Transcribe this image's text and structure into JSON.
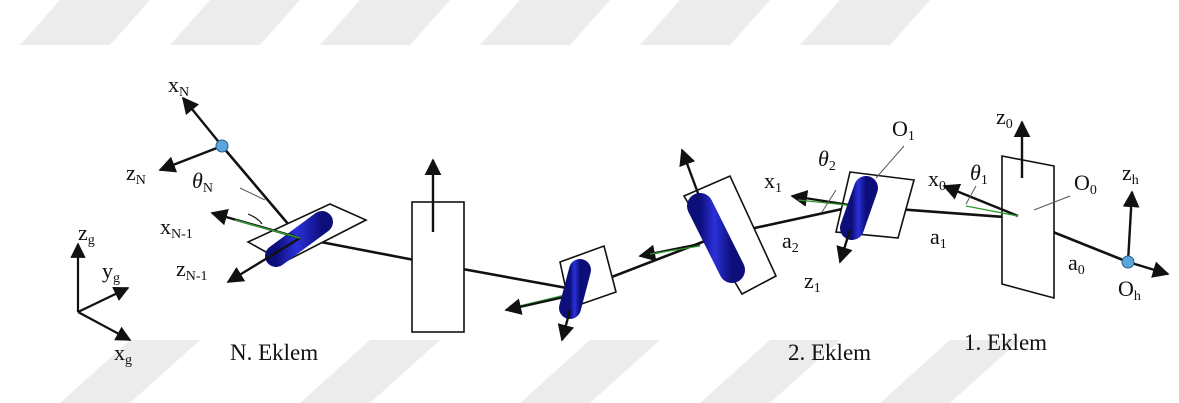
{
  "diagram": {
    "labels": {
      "xN": {
        "main": "x",
        "sub": "N"
      },
      "zN": {
        "main": "z",
        "sub": "N"
      },
      "thetaN": {
        "main": "θ",
        "sub": "N"
      },
      "xN1": {
        "main": "x",
        "sub": "N-1"
      },
      "zN1": {
        "main": "z",
        "sub": "N-1"
      },
      "zg": {
        "main": "z",
        "sub": "g"
      },
      "yg": {
        "main": "y",
        "sub": "g"
      },
      "xg": {
        "main": "x",
        "sub": "g"
      },
      "x1": {
        "main": "x",
        "sub": "1"
      },
      "theta2": {
        "main": "θ",
        "sub": "2"
      },
      "O1": {
        "main": "O",
        "sub": "1"
      },
      "a2": {
        "main": "a",
        "sub": "2"
      },
      "z1": {
        "main": "z",
        "sub": "1"
      },
      "z0": {
        "main": "z",
        "sub": "0"
      },
      "x0": {
        "main": "x",
        "sub": "0"
      },
      "theta1": {
        "main": "θ",
        "sub": "1"
      },
      "O0": {
        "main": "O",
        "sub": "0"
      },
      "a1": {
        "main": "a",
        "sub": "1"
      },
      "zh": {
        "main": "z",
        "sub": "h"
      },
      "a0": {
        "main": "a",
        "sub": "0"
      },
      "Oh": {
        "main": "O",
        "sub": "h"
      }
    },
    "captions": {
      "jointN": "N. Eklem",
      "joint2": "2. Eklem",
      "joint1": "1. Eklem"
    },
    "colors": {
      "cylinder": "#1f22b8",
      "cylinder_highlight": "#5560e8",
      "base_point": "#5aa6dc",
      "link": "#111111",
      "offset_line": "#2e9b2e",
      "watermark": "#ececec"
    }
  }
}
